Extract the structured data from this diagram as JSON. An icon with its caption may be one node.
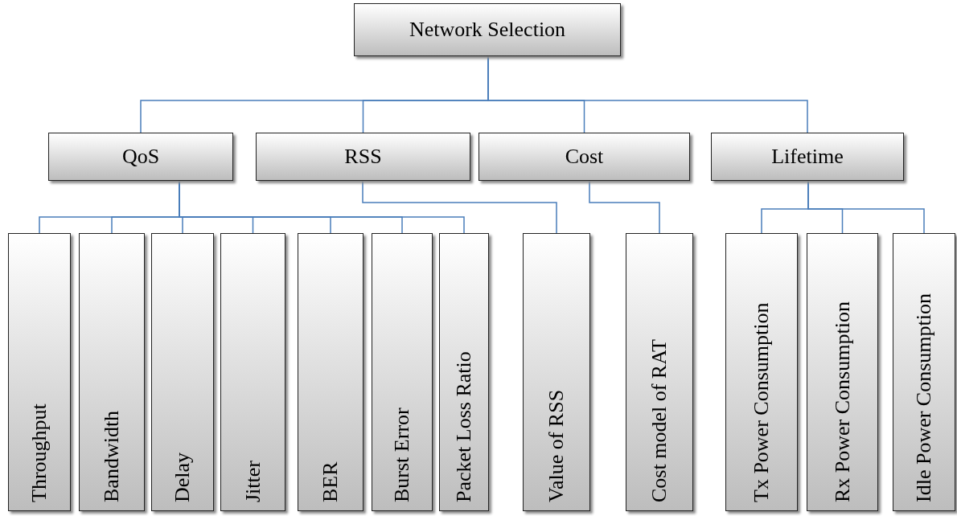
{
  "diagram": {
    "nodes": [
      {
        "text": [
          "Network Selection"
        ]
      },
      {
        "text": [
          "QoS"
        ]
      },
      {
        "text": [
          "RSS"
        ]
      },
      {
        "text": [
          "Cost"
        ]
      },
      {
        "text": [
          "Lifetime"
        ]
      },
      {
        "text": [
          "Throughput"
        ]
      },
      {
        "text": [
          "Bandwidth"
        ]
      },
      {
        "text": [
          "Delay"
        ]
      },
      {
        "text": [
          "Jitter"
        ]
      },
      {
        "text": [
          "BER"
        ]
      },
      {
        "text": [
          "Burst Error"
        ]
      },
      {
        "text": [
          "Packet Loss Ratio"
        ]
      },
      {
        "text": [
          "Value of RSS"
        ]
      },
      {
        "text": [
          "Cost model of RAT"
        ]
      },
      {
        "text": [
          "Tx Power Consumption"
        ]
      },
      {
        "text": [
          "Rx Power Consumption"
        ]
      },
      {
        "text": [
          "Idle Power Consumption"
        ]
      }
    ],
    "edges": [
      {
        "from": 0,
        "to": 1,
        "arrow": "none"
      },
      {
        "from": 0,
        "to": 2,
        "arrow": "none"
      },
      {
        "from": 0,
        "to": 3,
        "arrow": "none"
      },
      {
        "from": 0,
        "to": 4,
        "arrow": "none"
      },
      {
        "from": 1,
        "to": 5,
        "arrow": "none"
      },
      {
        "from": 1,
        "to": 6,
        "arrow": "none"
      },
      {
        "from": 1,
        "to": 7,
        "arrow": "none"
      },
      {
        "from": 1,
        "to": 8,
        "arrow": "none"
      },
      {
        "from": 1,
        "to": 9,
        "arrow": "none"
      },
      {
        "from": 1,
        "to": 10,
        "arrow": "none"
      },
      {
        "from": 1,
        "to": 11,
        "arrow": "none"
      },
      {
        "from": 2,
        "to": 12,
        "arrow": "none"
      },
      {
        "from": 3,
        "to": 13,
        "arrow": "none"
      },
      {
        "from": 4,
        "to": 14,
        "arrow": "none"
      },
      {
        "from": 4,
        "to": 15,
        "arrow": "none"
      },
      {
        "from": 4,
        "to": 16,
        "arrow": "none"
      }
    ]
  }
}
